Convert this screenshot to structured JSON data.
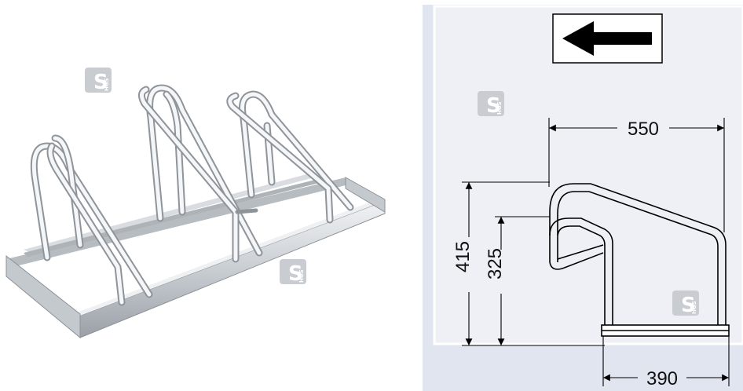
{
  "watermark": {
    "letter": "S",
    "sub": "HGS"
  },
  "drawing": {
    "direction": "left",
    "dimensions": {
      "width": "550",
      "height_total": "415",
      "height_inner": "325",
      "base_width": "390"
    }
  },
  "colors": {
    "drawing_background": "#e1e5ef",
    "dimension_line": "#000000",
    "steel_light": "#f4f6f8",
    "steel_dark": "#8e949a",
    "watermark_fill": "#c9cdd2"
  }
}
